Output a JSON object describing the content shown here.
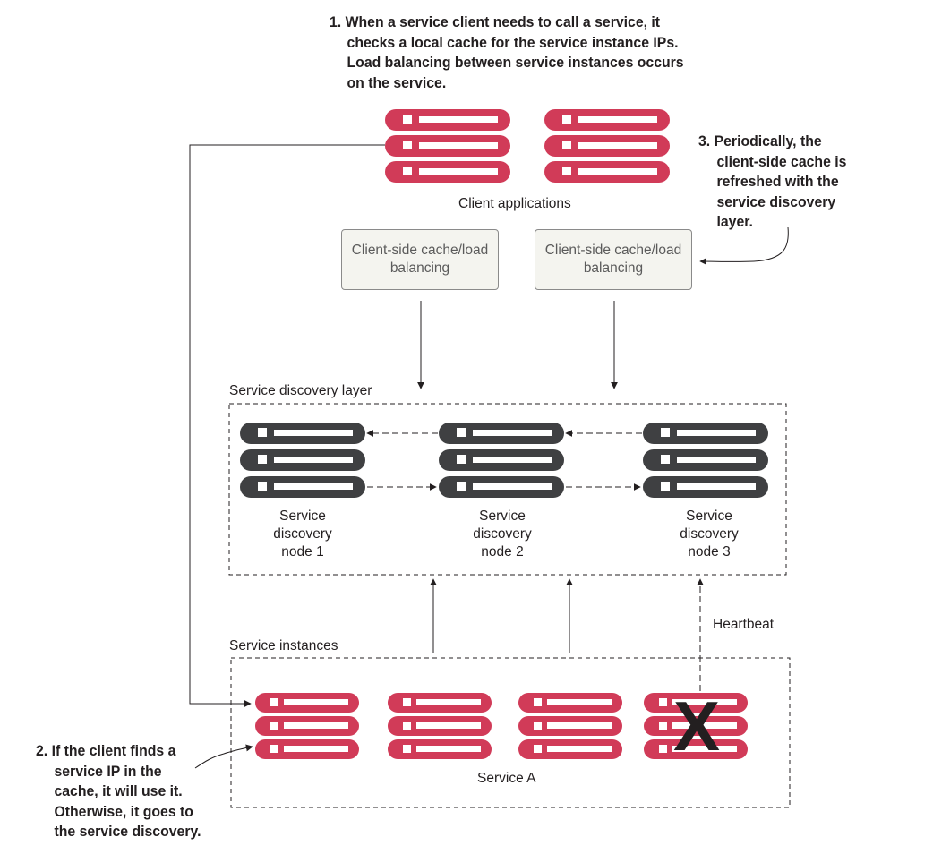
{
  "callouts": {
    "one": [
      "1. When a service client needs to call a service, it",
      "checks a local cache for the service instance IPs.",
      "Load balancing between service instances occurs",
      "on the service."
    ],
    "two": [
      "2. If the client finds a",
      "service IP in the",
      "cache, it will use it.",
      "Otherwise, it goes to",
      "the service discovery."
    ],
    "three": [
      "3. Periodically, the",
      "client-side cache is",
      "refreshed with the",
      "service discovery",
      "layer."
    ]
  },
  "labels": {
    "client_applications": "Client applications",
    "service_discovery_layer": "Service discovery layer",
    "service_instances": "Service instances",
    "service_a": "Service A",
    "heartbeat": "Heartbeat"
  },
  "cache_boxes": [
    {
      "line1": "Client-side cache/load",
      "line2": "balancing"
    },
    {
      "line1": "Client-side cache/load",
      "line2": "balancing"
    }
  ],
  "discovery_nodes": [
    {
      "line1": "Service",
      "line2": "discovery",
      "line3": "node 1"
    },
    {
      "line1": "Service",
      "line2": "discovery",
      "line3": "node 2"
    },
    {
      "line1": "Service",
      "line2": "discovery",
      "line3": "node 3"
    }
  ],
  "failed_marker": "X",
  "colors": {
    "client_server": "#d13b58",
    "discovery_server": "#3f4042",
    "line": "#231f20",
    "cache_fill": "#f4f4ef"
  },
  "icons": {
    "server": "server-stack-icon",
    "failed": "failed-x-icon"
  }
}
